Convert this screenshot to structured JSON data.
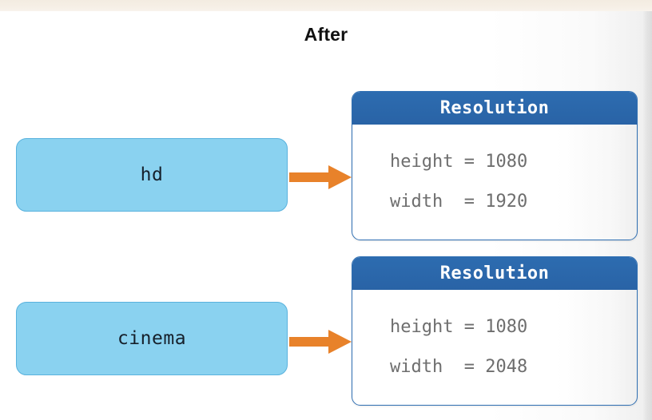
{
  "page": {
    "title": "After",
    "background_color": "#ffffff",
    "top_strip_color": "#f5eee4"
  },
  "colors": {
    "node_fill": "#8ad2f0",
    "node_border": "#59b2dd",
    "card_header_blue": "#2d6cb0",
    "card_border": "#2f6fb3",
    "arrow_orange": "#e8822a",
    "card_text_gray": "#6e6e6e"
  },
  "flows": [
    {
      "node": {
        "label": "hd",
        "icon": "rounded-rect-node"
      },
      "arrow": {
        "icon": "arrow-right-icon",
        "color": "#e8822a"
      },
      "card": {
        "header": "Resolution",
        "lines": [
          "height = 1080",
          "width  = 1920"
        ],
        "fields": [
          {
            "name": "height",
            "operator": "=",
            "value": "1080"
          },
          {
            "name": "width",
            "operator": "=",
            "value": "1920"
          }
        ]
      }
    },
    {
      "node": {
        "label": "cinema",
        "icon": "rounded-rect-node"
      },
      "arrow": {
        "icon": "arrow-right-icon",
        "color": "#e8822a"
      },
      "card": {
        "header": "Resolution",
        "lines": [
          "height = 1080",
          "width  = 2048"
        ],
        "fields": [
          {
            "name": "height",
            "operator": "=",
            "value": "1080"
          },
          {
            "name": "width",
            "operator": "=",
            "value": "2048"
          }
        ]
      }
    }
  ]
}
